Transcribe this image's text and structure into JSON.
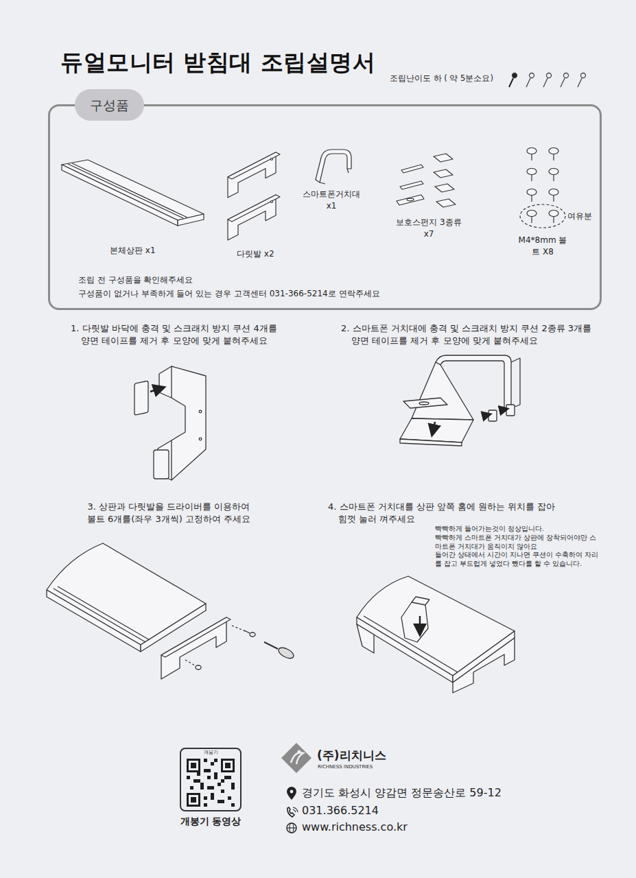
{
  "diagram": {
    "title": "듀얼모니터 받침대 조립설명서",
    "nodes": [
      {
        "text": [
          "구성품"
        ]
      },
      {
        "text": [
          "개봉기",
          "개봉기 동영상"
        ]
      }
    ],
    "labels": [
      "조립난이도 하 ( 약 5분소요)",
      "본체상판 x1",
      "다릿발 x2",
      "스마트폰거치대 x1",
      "보호스펀지 3종류 x7",
      "여유분",
      "M4*8mm 볼트 X8",
      "조립 전 구성품을 확인해주세요",
      "구성품이 없거나 부족하게 들어 있는 경우 고객센터 031-366-5214로 연락주세요",
      "1. 다릿발 바닥에 충격 및 스크래치 방지 쿠션 4개를 양면 테이프를 제거 후 모양에 맞게 붙혀주세요",
      "2. 스마트폰 거치대에 충격 및 스크래치 방지 쿠션 2종류 3개를 양면 테이프를 제거 후 모양에 맞게 붙혀주세요",
      "3. 상판과 다릿발을 드라이버를 이용하여 볼트 6개를(좌우 3개씩) 고정하여 주세요",
      "4. 스마트폰 거치대를 상판 앞쪽 홈에 원하는 위치를 잡아 힘껏 눌러 껴주세요",
      "빡빡하게 들어가는것이 정상입니다.",
      "빡빡하게 스마트폰 거치대가 상판에 장착되어야만 스마트폰 거치대가 움직이지 않아요",
      "들어간 상태에서 시간이 지나면 쿠션이 수축하여 자리를 잡고 부드럽게 넣었다 뺐다를 할 수 있습니다.",
      "(주)리치니스",
      "RICHNESS INDUSTRIES",
      "경기도 화성시 양감면 정문송산로 59-12",
      "031.366.5214",
      "www.richness.co.kr"
    ]
  }
}
